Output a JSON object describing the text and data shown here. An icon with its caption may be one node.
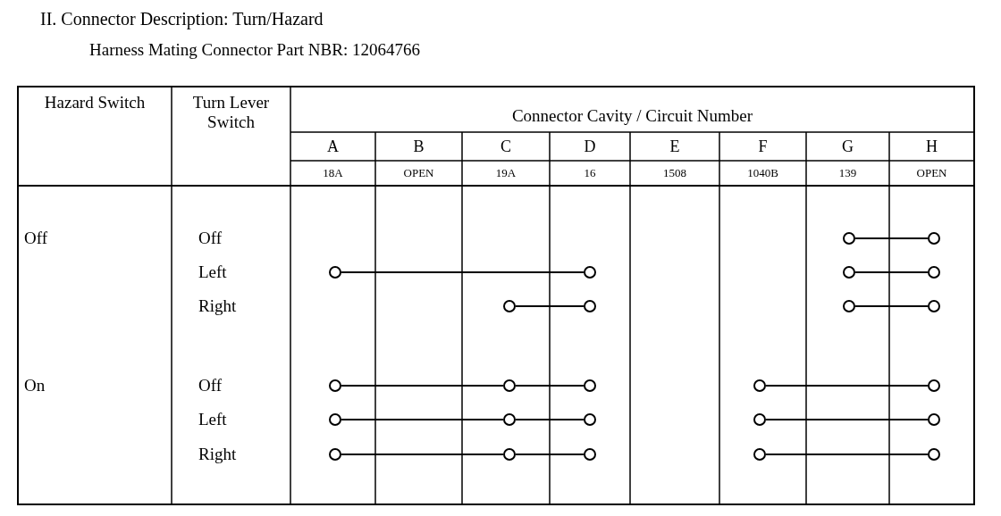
{
  "diagram": {
    "title": "II. Connector Description: Turn/Hazard",
    "labels": [
      "Harness Mating Connector Part NBR: 12064766",
      "Hazard Switch",
      "Turn Lever Switch",
      "Connector Cavity / Circuit Number",
      "A",
      "B",
      "C",
      "D",
      "E",
      "F",
      "G",
      "H",
      "18A",
      "OPEN",
      "19A",
      "16",
      "1508",
      "1040B",
      "139",
      "OPEN",
      "Off",
      "Off",
      "Left",
      "Right",
      "On",
      "Off",
      "Left",
      "Right"
    ],
    "nodes": [
      {
        "text": [],
        "shape": "circle"
      },
      {
        "text": [],
        "shape": "circle"
      },
      {
        "text": [],
        "shape": "circle"
      },
      {
        "text": [],
        "shape": "circle"
      },
      {
        "text": [],
        "shape": "circle"
      },
      {
        "text": [],
        "shape": "circle"
      },
      {
        "text": [],
        "shape": "circle"
      },
      {
        "text": [],
        "shape": "circle"
      },
      {
        "text": [],
        "shape": "circle"
      },
      {
        "text": [],
        "shape": "circle"
      },
      {
        "text": [],
        "shape": "circle"
      },
      {
        "text": [],
        "shape": "circle"
      },
      {
        "text": [],
        "shape": "circle"
      },
      {
        "text": [],
        "shape": "circle"
      },
      {
        "text": [],
        "shape": "circle"
      },
      {
        "text": [],
        "shape": "circle"
      },
      {
        "text": [],
        "shape": "circle"
      },
      {
        "text": [],
        "shape": "circle"
      },
      {
        "text": [],
        "shape": "circle"
      },
      {
        "text": [],
        "shape": "circle"
      },
      {
        "text": [],
        "shape": "circle"
      },
      {
        "text": [],
        "shape": "circle"
      },
      {
        "text": [],
        "shape": "circle"
      },
      {
        "text": [],
        "shape": "circle"
      },
      {
        "text": [],
        "shape": "circle"
      }
    ],
    "edges": [
      {
        "from": 0,
        "to": 1,
        "arrow": "none"
      },
      {
        "from": 2,
        "to": 3,
        "arrow": "none"
      },
      {
        "from": 4,
        "to": 5,
        "arrow": "none"
      },
      {
        "from": 6,
        "to": 7,
        "arrow": "none"
      },
      {
        "from": 8,
        "to": 9,
        "arrow": "none"
      },
      {
        "from": 10,
        "to": 11,
        "arrow": "none"
      },
      {
        "from": 11,
        "to": 12,
        "arrow": "none"
      },
      {
        "from": 13,
        "to": 14,
        "arrow": "none"
      },
      {
        "from": 15,
        "to": 16,
        "arrow": "none"
      },
      {
        "from": 16,
        "to": 17,
        "arrow": "none"
      },
      {
        "from": 18,
        "to": 19,
        "arrow": "none"
      },
      {
        "from": 20,
        "to": 21,
        "arrow": "none"
      },
      {
        "from": 21,
        "to": 22,
        "arrow": "none"
      },
      {
        "from": 23,
        "to": 24,
        "arrow": "none"
      }
    ]
  }
}
